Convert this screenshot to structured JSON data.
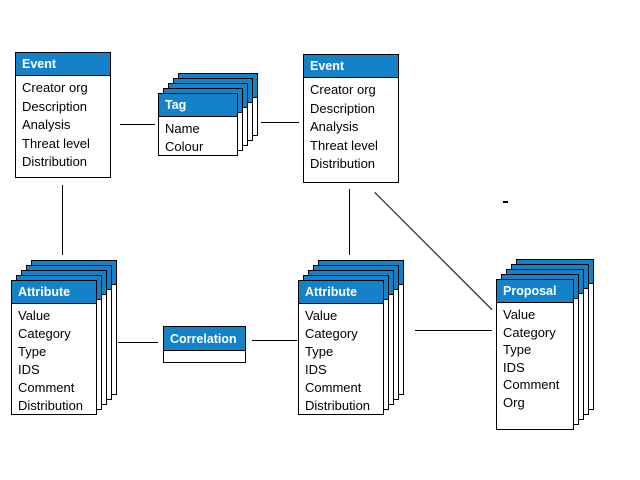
{
  "diagram": {
    "type": "entity-relationship-diagram",
    "colors": {
      "header_blue": "#1482c8",
      "border": "#000000",
      "background": "#ffffff",
      "header_text": "#ffffff",
      "body_text": "#000000"
    },
    "entities": {
      "event_left": {
        "title": "Event",
        "stacked": false,
        "fields": [
          "Creator org",
          "Description",
          "Analysis",
          "Threat level",
          "Distribution"
        ]
      },
      "tag": {
        "title": "Tag",
        "stacked": true,
        "fields": [
          "Name",
          "Colour"
        ]
      },
      "event_right": {
        "title": "Event",
        "stacked": false,
        "fields": [
          "Creator org",
          "Description",
          "Analysis",
          "Threat level",
          "Distribution"
        ]
      },
      "attribute_left": {
        "title": "Attribute",
        "stacked": true,
        "fields": [
          "Value",
          "Category",
          "Type",
          "IDS",
          "Comment",
          "Distribution"
        ]
      },
      "correlation": {
        "title": "Correlation",
        "stacked": false,
        "fields": []
      },
      "attribute_middle": {
        "title": "Attribute",
        "stacked": true,
        "fields": [
          "Value",
          "Category",
          "Type",
          "IDS",
          "Comment",
          "Distribution"
        ]
      },
      "proposal": {
        "title": "Proposal",
        "stacked": true,
        "fields": [
          "Value",
          "Category",
          "Type",
          "IDS",
          "Comment",
          "Org"
        ]
      }
    },
    "relationships": [
      {
        "from": "event_left",
        "to": "tag",
        "style": "horizontal"
      },
      {
        "from": "tag",
        "to": "event_right",
        "style": "horizontal"
      },
      {
        "from": "event_left",
        "to": "attribute_left",
        "style": "vertical"
      },
      {
        "from": "event_right",
        "to": "attribute_middle",
        "style": "vertical"
      },
      {
        "from": "event_right",
        "to": "proposal",
        "style": "diagonal"
      },
      {
        "from": "attribute_left",
        "to": "correlation",
        "style": "horizontal"
      },
      {
        "from": "correlation",
        "to": "attribute_middle",
        "style": "horizontal"
      },
      {
        "from": "attribute_middle",
        "to": "proposal",
        "style": "horizontal"
      }
    ]
  }
}
